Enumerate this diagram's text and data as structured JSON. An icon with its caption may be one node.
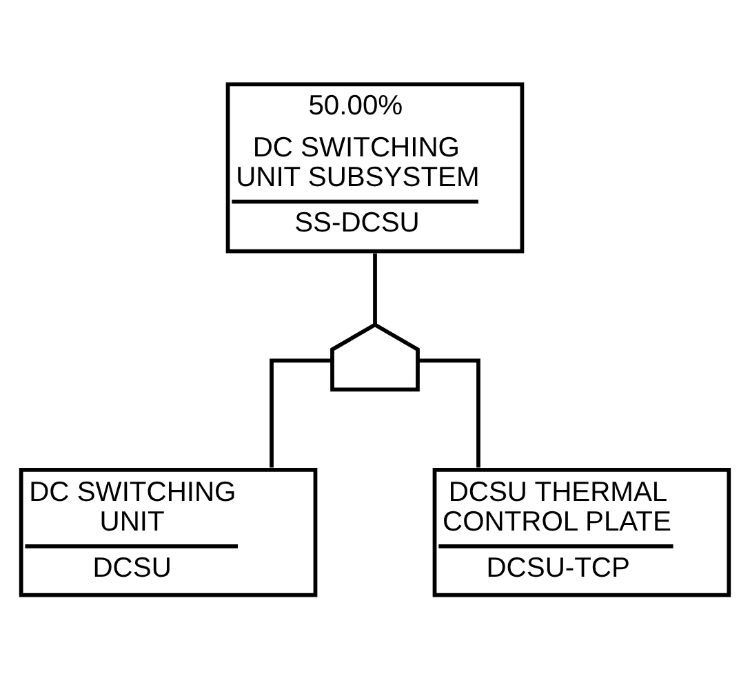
{
  "diagram": {
    "nodes": [
      {
        "text": [
          "50.00%",
          "DC SWITCHING UNIT SUBSYSTEM",
          "SS-DCSU"
        ]
      },
      {
        "text": [],
        "shape": "gate"
      },
      {
        "text": [
          "DC SWITCHING UNIT",
          "DCSU"
        ]
      },
      {
        "text": [
          "DCSU THERMAL CONTROL PLATE",
          "DCSU-TCP"
        ]
      }
    ],
    "edges": [
      {
        "from": 0,
        "to": 1,
        "arrow": "none"
      },
      {
        "from": 1,
        "to": 2,
        "arrow": "none"
      },
      {
        "from": 1,
        "to": 3,
        "arrow": "none"
      }
    ]
  }
}
